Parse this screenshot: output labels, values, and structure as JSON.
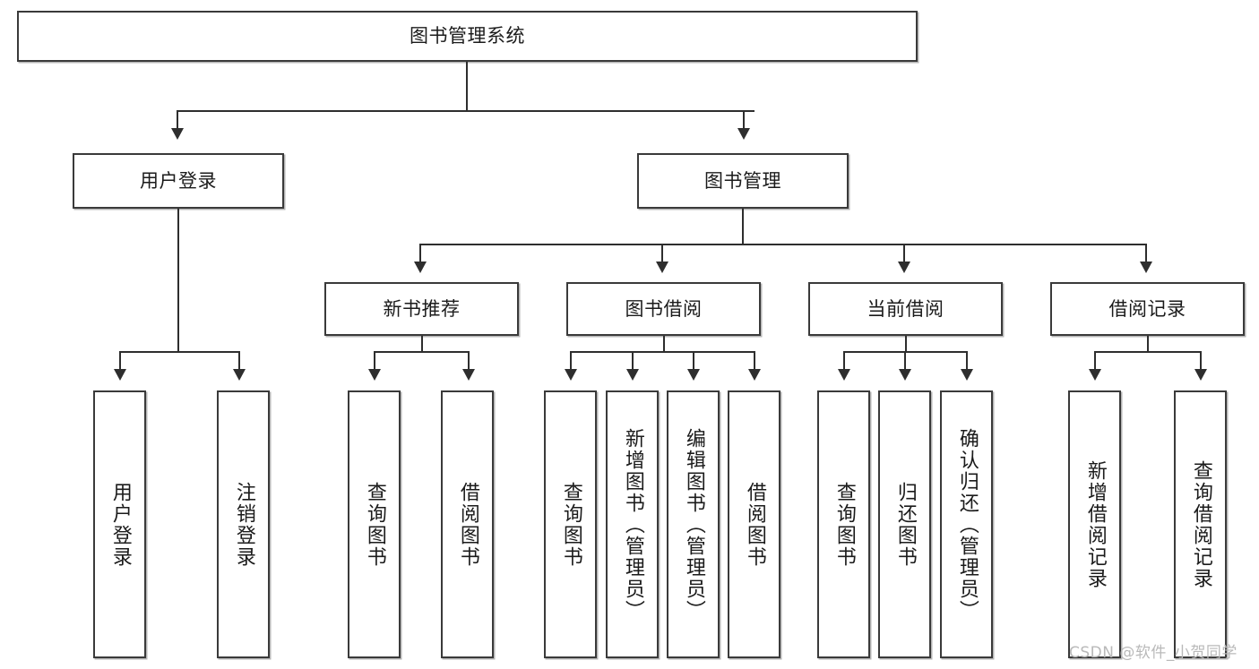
{
  "diagram": {
    "title": "图书管理系统",
    "type": "tree",
    "orientation": "top-down",
    "colors": {
      "box_border": "#3a3a3a",
      "box_fill": "#ffffff",
      "connector": "#2e2e2e",
      "text": "#1b1b1b",
      "watermark": "#b9b9b9",
      "background": "#ffffff"
    }
  },
  "root": {
    "label": "图书管理系统"
  },
  "level2": [
    {
      "id": "user-login",
      "label": "用户登录"
    },
    {
      "id": "book-management",
      "label": "图书管理"
    }
  ],
  "level3": [
    {
      "id": "new-book-recommend",
      "label": "新书推荐"
    },
    {
      "id": "book-borrow",
      "label": "图书借阅"
    },
    {
      "id": "current-borrow",
      "label": "当前借阅"
    },
    {
      "id": "borrow-record",
      "label": "借阅记录"
    }
  ],
  "leaves": {
    "user-login": [
      {
        "id": "leaf-user-login",
        "label": "用户登录"
      },
      {
        "id": "leaf-logout-login",
        "label": "注销登录"
      }
    ],
    "new-book-recommend": [
      {
        "id": "leaf-query-book-1",
        "label": "查询图书"
      },
      {
        "id": "leaf-borrow-book-1",
        "label": "借阅图书"
      }
    ],
    "book-borrow": [
      {
        "id": "leaf-query-book-2",
        "label": "查询图书"
      },
      {
        "id": "leaf-add-book",
        "label": "新增图书（管理员）"
      },
      {
        "id": "leaf-edit-book",
        "label": "编辑图书（管理员）"
      },
      {
        "id": "leaf-borrow-book-2",
        "label": "借阅图书"
      }
    ],
    "current-borrow": [
      {
        "id": "leaf-query-book-3",
        "label": "查询图书"
      },
      {
        "id": "leaf-return-book",
        "label": "归还图书"
      },
      {
        "id": "leaf-confirm-return",
        "label": "确认归还（管理员）"
      }
    ],
    "borrow-record": [
      {
        "id": "leaf-add-record",
        "label": "新增借阅记录"
      },
      {
        "id": "leaf-query-record",
        "label": "查询借阅记录"
      }
    ]
  },
  "watermark": {
    "text": "CSDN @软件_小贺同学"
  }
}
